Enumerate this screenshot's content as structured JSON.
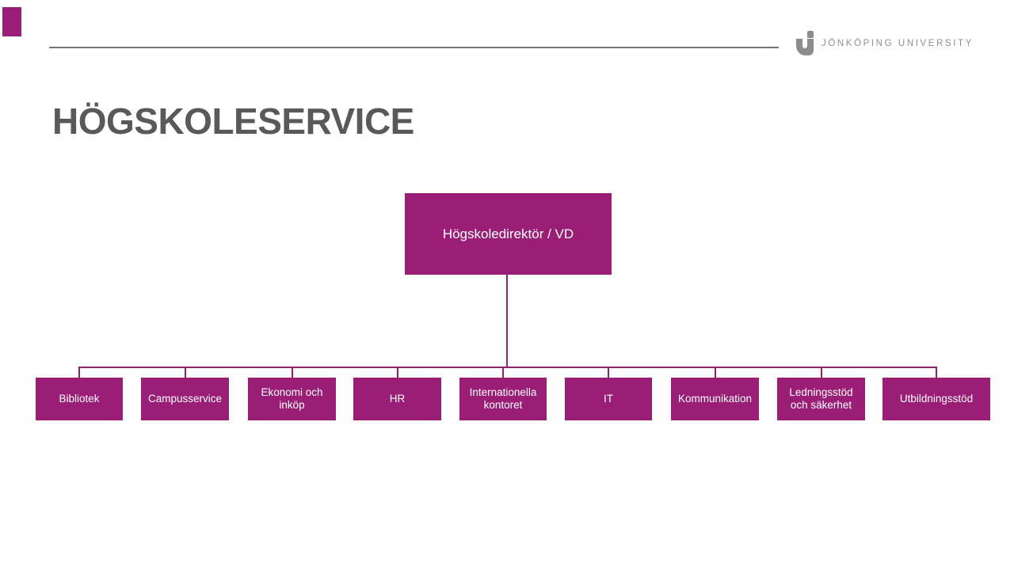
{
  "slide": {
    "title": "HÖGSKOLESERVICE",
    "title_color": "#595959",
    "background_color": "#FFFFFF"
  },
  "header": {
    "accent_color": "#9A1D76",
    "rule_color": "#767676",
    "logo": {
      "mark_icon": "jonkoping-university-logo-mark",
      "text": "JÖNKÖPING UNIVERSITY",
      "text_color": "#8E8E8E",
      "mark_color": "#8C8C8C"
    }
  },
  "org": {
    "type": "org-chart",
    "box_fill_color": "#9A1D76",
    "box_text_color": "#FFFFFF",
    "connector_color": "#8B2270",
    "root": {
      "label": "Högskoledirektör / VD"
    },
    "children": [
      {
        "label": "Bibliotek"
      },
      {
        "label": "Campusservice"
      },
      {
        "label": "Ekonomi och inköp"
      },
      {
        "label": "HR"
      },
      {
        "label": "Internationella kontoret"
      },
      {
        "label": "IT"
      },
      {
        "label": "Kommunikation"
      },
      {
        "label": "Ledningsstöd och säkerhet"
      },
      {
        "label": "Utbildningsstöd"
      }
    ]
  }
}
